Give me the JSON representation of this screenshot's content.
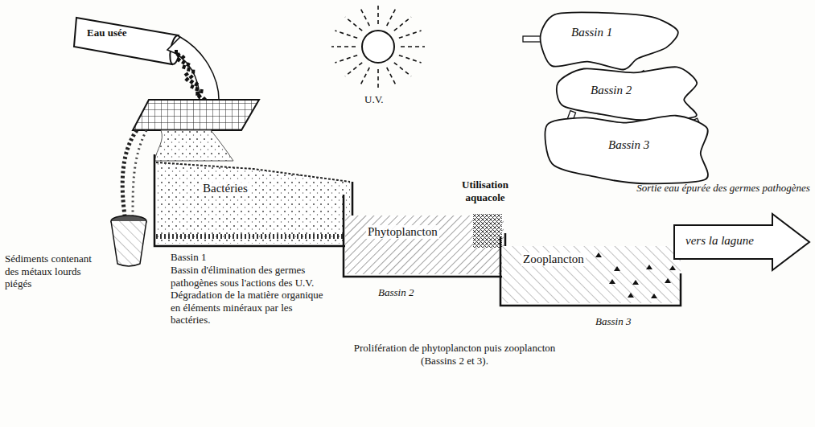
{
  "diagram": {
    "nodes": [
      {
        "text": [
          "Bactéries"
        ]
      },
      {
        "text": [
          "Phytoplancton"
        ]
      },
      {
        "text": [
          "Zooplancton"
        ]
      },
      {
        "text": [
          "vers la lagune"
        ]
      },
      {
        "text": [
          "Bassin 1"
        ]
      },
      {
        "text": [
          "Bassin 2"
        ]
      },
      {
        "text": [
          "Bassin 3"
        ]
      }
    ],
    "labels": [
      "Eau usée",
      "U.V.",
      "Utilisation aquacole",
      "Sortie eau épurée des germes pathogènes",
      "Sédiments contenant des métaux lourds piégés",
      "Bassin 1",
      "Bassin d'élimination des germes pathogènes sous l'actions des U.V. Dégradation de la matière organique en éléments minéraux par les bactéries.",
      "Bassin 2",
      "Bassin 3",
      "Prolifération de phytoplancton puis zooplancton (Bassins 2 et 3)."
    ]
  }
}
